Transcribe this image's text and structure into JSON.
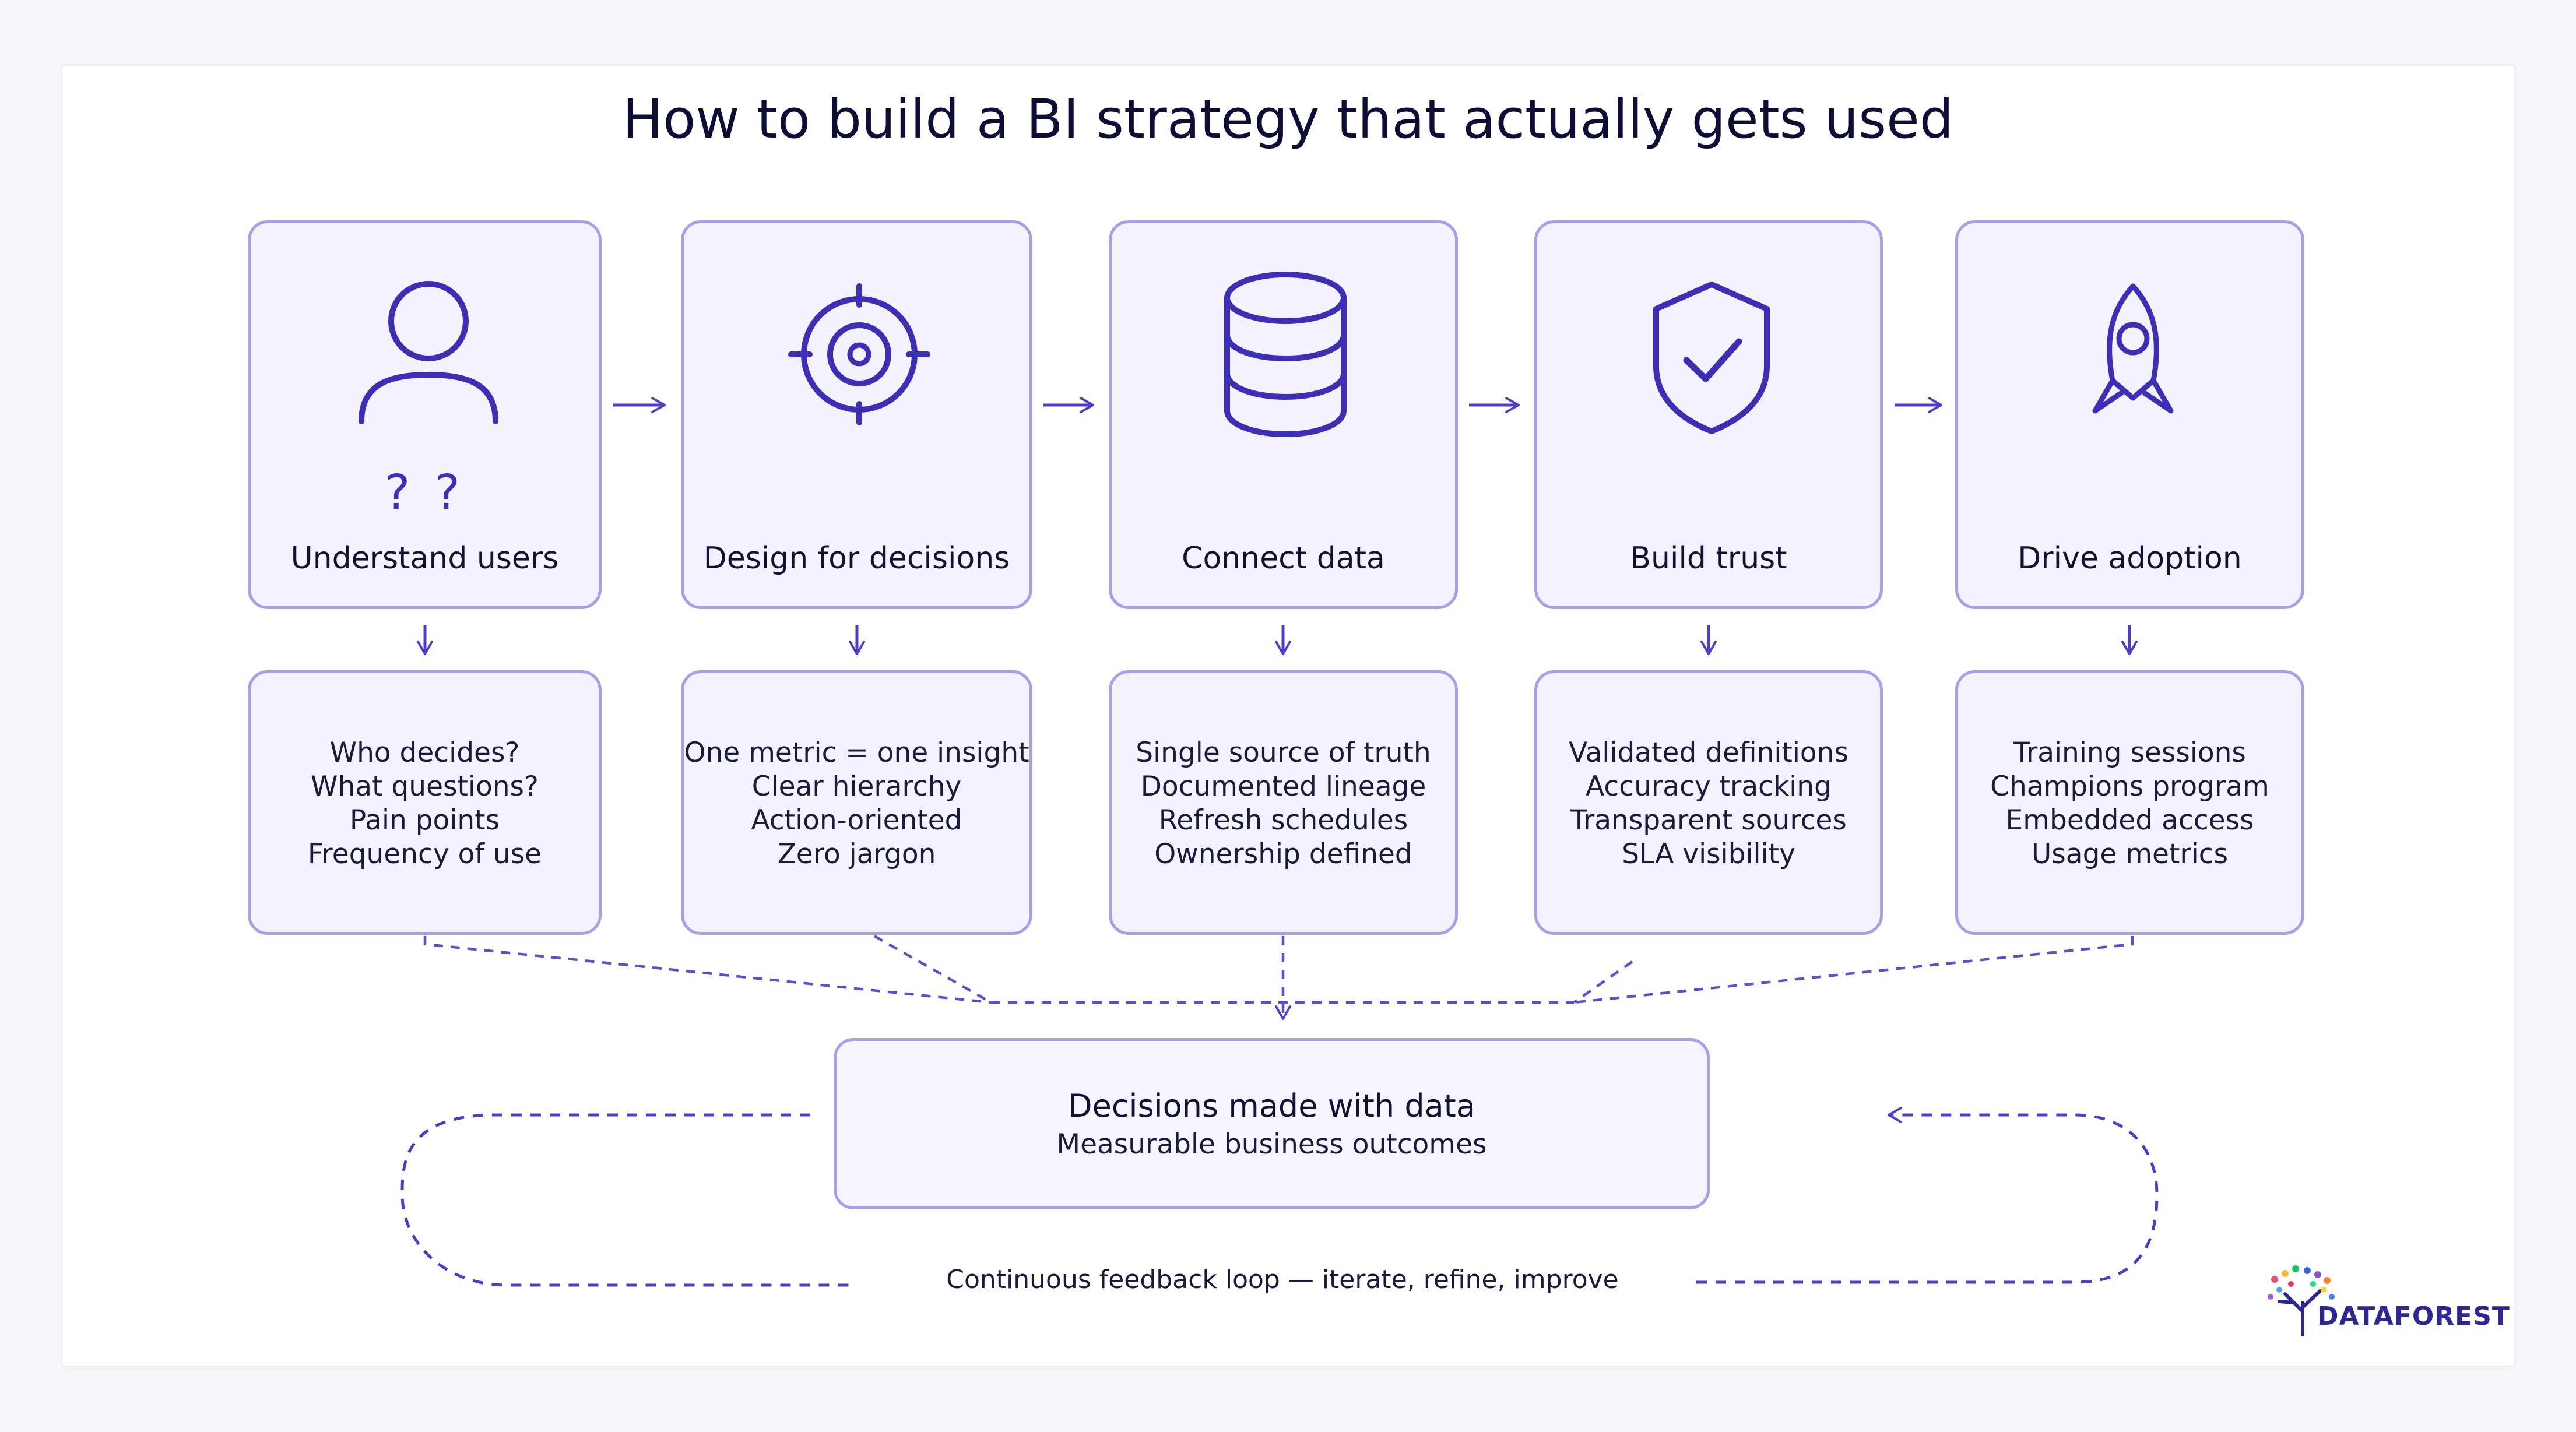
{
  "title": "How to build a BI strategy that actually gets used",
  "steps": [
    {
      "label": "Understand users",
      "icon": "user-icon",
      "details": [
        "Who decides?",
        "What questions?",
        "Pain points",
        "Frequency of use"
      ]
    },
    {
      "label": "Design for decisions",
      "icon": "target-icon",
      "details": [
        "One metric = one insight",
        "Clear hierarchy",
        "Action-oriented",
        "Zero jargon"
      ]
    },
    {
      "label": "Connect data",
      "icon": "database-icon",
      "details": [
        "Single source of truth",
        "Documented lineage",
        "Refresh schedules",
        "Ownership defined"
      ]
    },
    {
      "label": "Build trust",
      "icon": "shield-check-icon",
      "details": [
        "Validated definitions",
        "Accuracy tracking",
        "Transparent sources",
        "SLA visibility"
      ]
    },
    {
      "label": "Drive adoption",
      "icon": "rocket-icon",
      "details": [
        "Training sessions",
        "Champions program",
        "Embedded access",
        "Usage metrics"
      ]
    }
  ],
  "question_marks": "? ?",
  "outcome": {
    "title": "Decisions made with data",
    "subtitle": "Measurable business outcomes"
  },
  "loop_caption": "Continuous feedback loop — iterate, refine, improve",
  "logo_text": "DATAFOREST",
  "colors": {
    "accent": "#3d2fb5",
    "box_fill": "#f3f2fe",
    "box_border": "#a7a0e6",
    "dashed": "#5a4fd0"
  }
}
